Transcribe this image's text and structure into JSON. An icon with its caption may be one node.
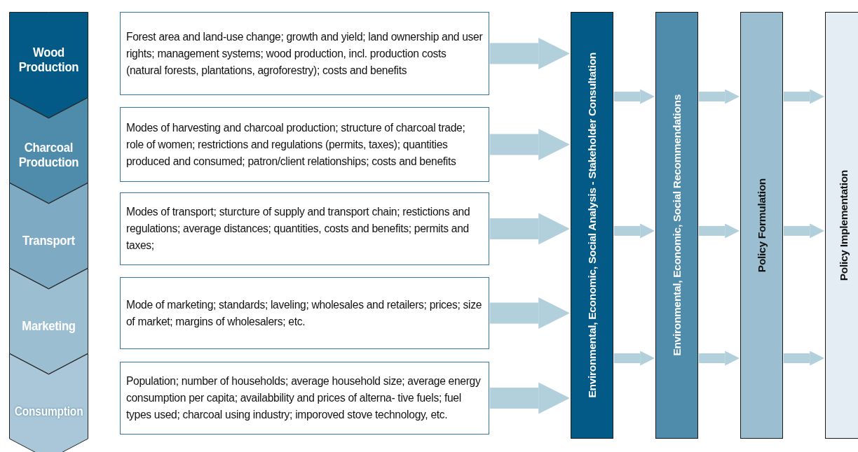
{
  "diagram": {
    "nodes": [
      {
        "text": [
          "Wood Production"
        ]
      },
      {
        "text": [
          "Charcoal Production"
        ]
      },
      {
        "text": [
          "Transport"
        ]
      },
      {
        "text": [
          "Marketing"
        ]
      },
      {
        "text": [
          "Consumption"
        ]
      },
      {
        "text": [
          "Forest area and land-use change; growth and yield; land ownership and user rights; management systems; wood production, incl. production costs (natural forests, plantations, agroforestry); costs and benefits"
        ]
      },
      {
        "text": [
          "Modes of harvesting and charcoal production; structure of charcoal trade; role of women; restrictions and regulations (permits, taxes); quantities produced and consumed; patron/client relationships; costs and benefits"
        ]
      },
      {
        "text": [
          "Modes of transport; sturcture of supply and transport chain; restictions and regulations; average distances; quantities, costs and benefits; permits and taxes;"
        ]
      },
      {
        "text": [
          "Mode of marketing; standards; laveling; wholesales and retailers; prices; size of market; margins of wholesalers; etc."
        ]
      },
      {
        "text": [
          "Population; number of households; average household size; average energy consumption per capita; availabbility and prices of alterna- tive fuels; fuel types used; charcoal using industry; imporoved stove technology, etc."
        ]
      },
      {
        "text": [
          "Environmental, Economic, Social Analysis - Stakeholder Consultation"
        ]
      },
      {
        "text": [
          "Environmental, Economic, Social Recommendations"
        ]
      },
      {
        "text": [
          "Policy Formulation"
        ]
      },
      {
        "text": [
          "Policy Implementation"
        ]
      }
    ],
    "edges": [
      {
        "from": 5,
        "to": 10,
        "arrow": "to",
        "style": "thick"
      },
      {
        "from": 6,
        "to": 10,
        "arrow": "to",
        "style": "thick"
      },
      {
        "from": 7,
        "to": 10,
        "arrow": "to",
        "style": "thick"
      },
      {
        "from": 8,
        "to": 10,
        "arrow": "to",
        "style": "thick"
      },
      {
        "from": 9,
        "to": 10,
        "arrow": "to",
        "style": "thick"
      },
      {
        "from": 10,
        "to": 11,
        "arrow": "to"
      },
      {
        "from": 10,
        "to": 11,
        "arrow": "to"
      },
      {
        "from": 10,
        "to": 11,
        "arrow": "to"
      },
      {
        "from": 11,
        "to": 12,
        "arrow": "to"
      },
      {
        "from": 11,
        "to": 12,
        "arrow": "to"
      },
      {
        "from": 11,
        "to": 12,
        "arrow": "to"
      },
      {
        "from": 12,
        "to": 13,
        "arrow": "to"
      },
      {
        "from": 12,
        "to": 13,
        "arrow": "to"
      },
      {
        "from": 12,
        "to": 13,
        "arrow": "to"
      }
    ]
  }
}
